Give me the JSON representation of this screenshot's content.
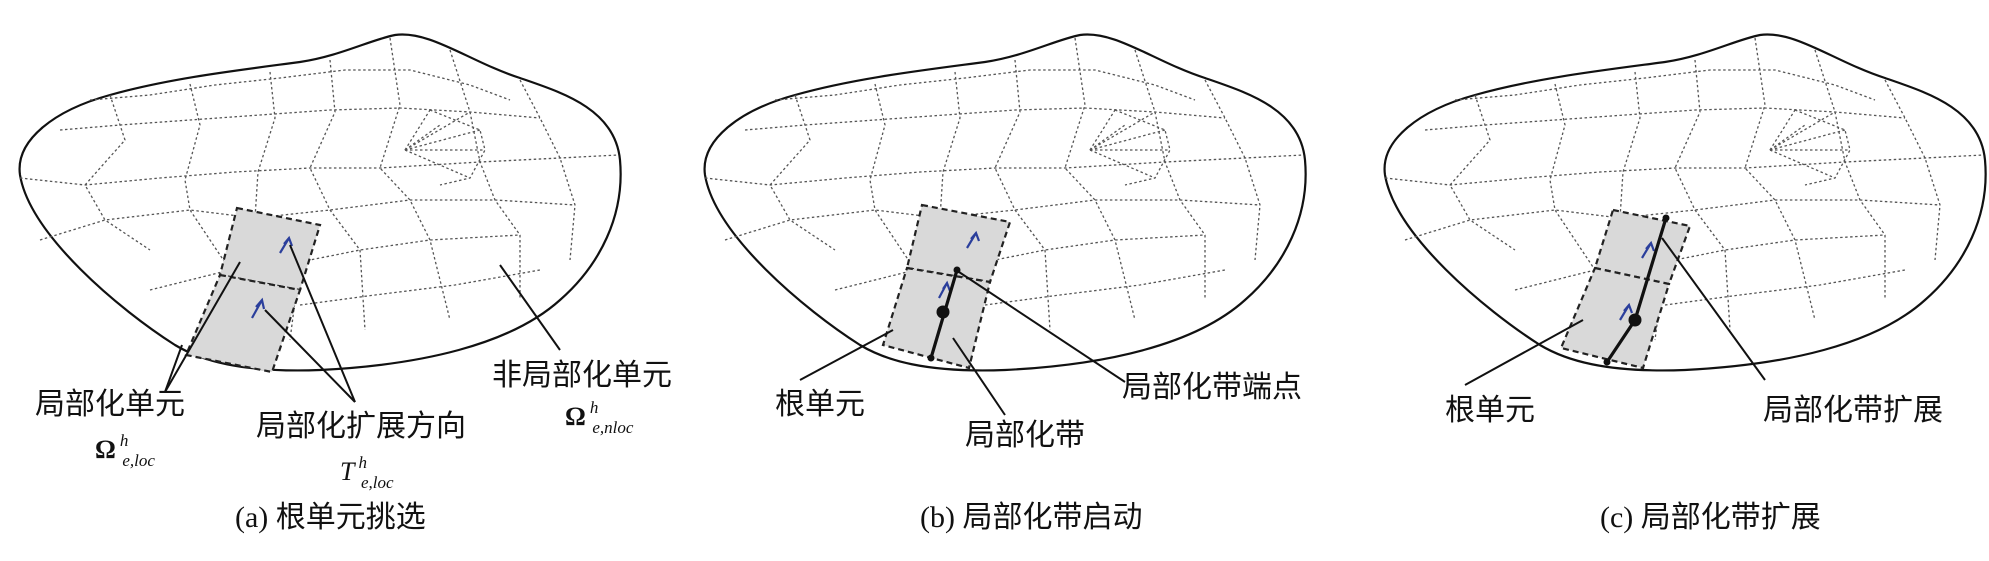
{
  "panels": [
    {
      "caption": "(a) 根单元挑选",
      "labels": {
        "localized_element": "局部化单元",
        "direction": "局部化扩展方向",
        "nonlocal_element": "非局部化单元"
      },
      "math": {
        "omega_sym": "Ω",
        "omega_sup": "h",
        "loc_sub": "e,loc",
        "nloc_sub": "e,nloc",
        "t_sym": "T"
      }
    },
    {
      "caption": "(b) 局部化带启动",
      "labels": {
        "root_element": "根单元",
        "band_endpoint": "局部化带端点",
        "band": "局部化带"
      }
    },
    {
      "caption": "(c) 局部化带扩展",
      "labels": {
        "root_element": "根单元",
        "band_extension": "局部化带扩展"
      }
    }
  ],
  "colors": {
    "highlight_fill": "#d9d9d9",
    "arrow_blue": "#2b3f9c"
  }
}
